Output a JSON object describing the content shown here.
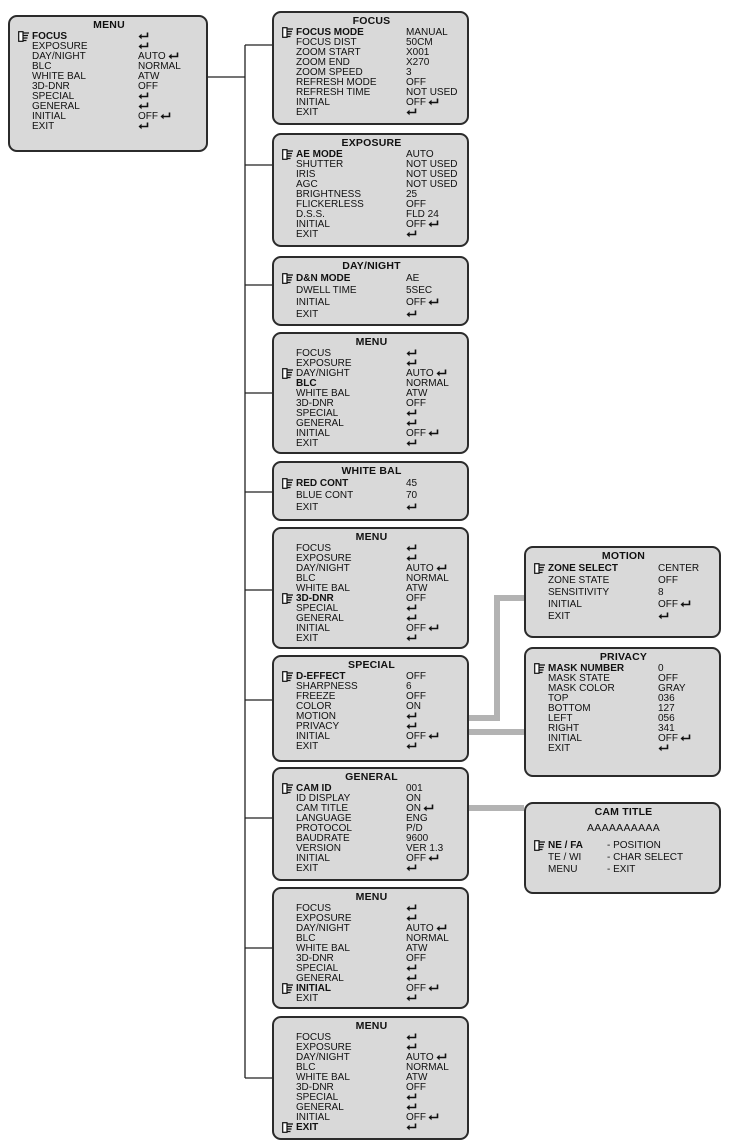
{
  "diagram": {
    "main_menu": {
      "title": "MENU",
      "rows": [
        {
          "label": "FOCUS",
          "value": "",
          "arrow": true,
          "selected": true
        },
        {
          "label": "EXPOSURE",
          "value": "",
          "arrow": true
        },
        {
          "label": "DAY/NIGHT",
          "value": "AUTO",
          "arrow": true
        },
        {
          "label": "BLC",
          "value": "NORMAL",
          "arrow": false
        },
        {
          "label": "WHITE BAL",
          "value": "ATW",
          "arrow": false
        },
        {
          "label": "3D-DNR",
          "value": "OFF",
          "arrow": false
        },
        {
          "label": "SPECIAL",
          "value": "",
          "arrow": true
        },
        {
          "label": "GENERAL",
          "value": "",
          "arrow": true
        },
        {
          "label": "INITIAL",
          "value": "OFF",
          "arrow": true
        },
        {
          "label": "EXIT",
          "value": "",
          "arrow": true
        }
      ]
    },
    "focus": {
      "title": "FOCUS",
      "rows": [
        {
          "label": "FOCUS MODE",
          "value": "MANUAL",
          "selected": true
        },
        {
          "label": "FOCUS DIST",
          "value": "50CM"
        },
        {
          "label": "ZOOM START",
          "value": "X001"
        },
        {
          "label": "ZOOM END",
          "value": "X270"
        },
        {
          "label": "ZOOM SPEED",
          "value": "3"
        },
        {
          "label": "REFRESH MODE",
          "value": "OFF"
        },
        {
          "label": "REFRESH TIME",
          "value": "NOT USED"
        },
        {
          "label": "INITIAL",
          "value": "OFF",
          "arrow": true
        },
        {
          "label": "EXIT",
          "value": "",
          "arrow": true
        }
      ]
    },
    "exposure": {
      "title": "EXPOSURE",
      "rows": [
        {
          "label": "AE MODE",
          "value": "AUTO",
          "selected": true
        },
        {
          "label": "SHUTTER",
          "value": "NOT USED"
        },
        {
          "label": "IRIS",
          "value": "NOT USED"
        },
        {
          "label": "AGC",
          "value": "NOT USED"
        },
        {
          "label": "BRIGHTNESS",
          "value": "25"
        },
        {
          "label": "FLICKERLESS",
          "value": "OFF"
        },
        {
          "label": "D.S.S.",
          "value": "FLD 24"
        },
        {
          "label": "INITIAL",
          "value": "OFF",
          "arrow": true
        },
        {
          "label": "EXIT",
          "value": "",
          "arrow": true
        }
      ]
    },
    "day_night": {
      "title": "DAY/NIGHT",
      "rows": [
        {
          "label": "D&N MODE",
          "value": "AE",
          "selected": true
        },
        {
          "label": "DWELL TIME",
          "value": "5SEC"
        },
        {
          "label": "INITIAL",
          "value": "OFF",
          "arrow": true
        },
        {
          "label": "EXIT",
          "value": "",
          "arrow": true
        }
      ]
    },
    "menu_dn": {
      "title": "MENU",
      "rows": [
        {
          "label": "FOCUS",
          "value": "",
          "arrow": true
        },
        {
          "label": "EXPOSURE",
          "value": "",
          "arrow": true
        },
        {
          "label": "DAY/NIGHT",
          "value": "AUTO",
          "arrow": true,
          "pointer": true
        },
        {
          "label": "BLC",
          "value": "NORMAL",
          "bold": true
        },
        {
          "label": "WHITE BAL",
          "value": "ATW"
        },
        {
          "label": "3D-DNR",
          "value": "OFF"
        },
        {
          "label": "SPECIAL",
          "value": "",
          "arrow": true
        },
        {
          "label": "GENERAL",
          "value": "",
          "arrow": true
        },
        {
          "label": "INITIAL",
          "value": "OFF",
          "arrow": true
        },
        {
          "label": "EXIT",
          "value": "",
          "arrow": true
        }
      ]
    },
    "white_bal": {
      "title": "WHITE BAL",
      "rows": [
        {
          "label": "RED CONT",
          "value": "45",
          "selected": true
        },
        {
          "label": "BLUE CONT",
          "value": "70"
        },
        {
          "label": "EXIT",
          "value": "",
          "arrow": true
        }
      ]
    },
    "menu_dnr": {
      "title": "MENU",
      "rows": [
        {
          "label": "FOCUS",
          "value": "",
          "arrow": true
        },
        {
          "label": "EXPOSURE",
          "value": "",
          "arrow": true
        },
        {
          "label": "DAY/NIGHT",
          "value": "AUTO",
          "arrow": true
        },
        {
          "label": "BLC",
          "value": "NORMAL"
        },
        {
          "label": "WHITE BAL",
          "value": "ATW"
        },
        {
          "label": "3D-DNR",
          "value": "OFF",
          "selected": true
        },
        {
          "label": "SPECIAL",
          "value": "",
          "arrow": true
        },
        {
          "label": "GENERAL",
          "value": "",
          "arrow": true
        },
        {
          "label": "INITIAL",
          "value": "OFF",
          "arrow": true
        },
        {
          "label": "EXIT",
          "value": "",
          "arrow": true
        }
      ]
    },
    "special": {
      "title": "SPECIAL",
      "rows": [
        {
          "label": "D-EFFECT",
          "value": "OFF",
          "selected": true
        },
        {
          "label": "SHARPNESS",
          "value": "6"
        },
        {
          "label": "FREEZE",
          "value": "OFF"
        },
        {
          "label": "COLOR",
          "value": "ON"
        },
        {
          "label": "MOTION",
          "value": "",
          "arrow": true
        },
        {
          "label": "PRIVACY",
          "value": "",
          "arrow": true
        },
        {
          "label": "INITIAL",
          "value": "OFF",
          "arrow": true
        },
        {
          "label": "EXIT",
          "value": "",
          "arrow": true
        }
      ]
    },
    "general": {
      "title": "GENERAL",
      "rows": [
        {
          "label": "CAM ID",
          "value": "001",
          "selected": true
        },
        {
          "label": "ID DISPLAY",
          "value": "ON"
        },
        {
          "label": "CAM TITLE",
          "value": "ON",
          "arrow": true
        },
        {
          "label": "LANGUAGE",
          "value": "ENG"
        },
        {
          "label": "PROTOCOL",
          "value": "P/D"
        },
        {
          "label": "BAUDRATE",
          "value": "9600"
        },
        {
          "label": "VERSION",
          "value": "VER 1.3"
        },
        {
          "label": "INITIAL",
          "value": "OFF",
          "arrow": true
        },
        {
          "label": "EXIT",
          "value": "",
          "arrow": true
        }
      ]
    },
    "menu_initial": {
      "title": "MENU",
      "rows": [
        {
          "label": "FOCUS",
          "value": "",
          "arrow": true
        },
        {
          "label": "EXPOSURE",
          "value": "",
          "arrow": true
        },
        {
          "label": "DAY/NIGHT",
          "value": "AUTO",
          "arrow": true
        },
        {
          "label": "BLC",
          "value": "NORMAL"
        },
        {
          "label": "WHITE BAL",
          "value": "ATW"
        },
        {
          "label": "3D-DNR",
          "value": "OFF"
        },
        {
          "label": "SPECIAL",
          "value": "",
          "arrow": true
        },
        {
          "label": "GENERAL",
          "value": "",
          "arrow": true
        },
        {
          "label": "INITIAL",
          "value": "OFF",
          "arrow": true,
          "selected": true
        },
        {
          "label": "EXIT",
          "value": "",
          "arrow": true
        }
      ]
    },
    "menu_exit": {
      "title": "MENU",
      "rows": [
        {
          "label": "FOCUS",
          "value": "",
          "arrow": true
        },
        {
          "label": "EXPOSURE",
          "value": "",
          "arrow": true
        },
        {
          "label": "DAY/NIGHT",
          "value": "AUTO",
          "arrow": true
        },
        {
          "label": "BLC",
          "value": "NORMAL"
        },
        {
          "label": "WHITE BAL",
          "value": "ATW"
        },
        {
          "label": "3D-DNR",
          "value": "OFF"
        },
        {
          "label": "SPECIAL",
          "value": "",
          "arrow": true
        },
        {
          "label": "GENERAL",
          "value": "",
          "arrow": true
        },
        {
          "label": "INITIAL",
          "value": "OFF",
          "arrow": true
        },
        {
          "label": "EXIT",
          "value": "",
          "arrow": true,
          "selected": true
        }
      ]
    },
    "motion": {
      "title": "MOTION",
      "rows": [
        {
          "label": "ZONE SELECT",
          "value": "CENTER",
          "selected": true
        },
        {
          "label": "ZONE STATE",
          "value": "OFF"
        },
        {
          "label": "SENSITIVITY",
          "value": "8"
        },
        {
          "label": "INITIAL",
          "value": "OFF",
          "arrow": true
        },
        {
          "label": "EXIT",
          "value": "",
          "arrow": true
        }
      ]
    },
    "privacy": {
      "title": "PRIVACY",
      "rows": [
        {
          "label": "MASK NUMBER",
          "value": "0",
          "selected": true
        },
        {
          "label": "MASK STATE",
          "value": "OFF"
        },
        {
          "label": "MASK COLOR",
          "value": "GRAY"
        },
        {
          "label": "TOP",
          "value": "036"
        },
        {
          "label": "BOTTOM",
          "value": "127"
        },
        {
          "label": "LEFT",
          "value": "056"
        },
        {
          "label": "RIGHT",
          "value": "341"
        },
        {
          "label": "INITIAL",
          "value": "OFF",
          "arrow": true
        },
        {
          "label": "EXIT",
          "value": "",
          "arrow": true
        }
      ]
    },
    "cam_title": {
      "title": "CAM TITLE",
      "text": "AAAAAAAAAA",
      "rows": [
        {
          "label": "NE / FA",
          "value": "- POSITION",
          "selected": true
        },
        {
          "label": "TE / WI",
          "value": "- CHAR SELECT"
        },
        {
          "label": "MENU",
          "value": "- EXIT"
        }
      ]
    },
    "colors": {
      "panel_fill": "#d9d9d9",
      "border": "#2b2b2b",
      "connector": "#b3b3b3",
      "line": "#222222"
    },
    "icons": {
      "selector": "pointing-hand-icon",
      "enter": "enter-arrow-icon"
    }
  }
}
